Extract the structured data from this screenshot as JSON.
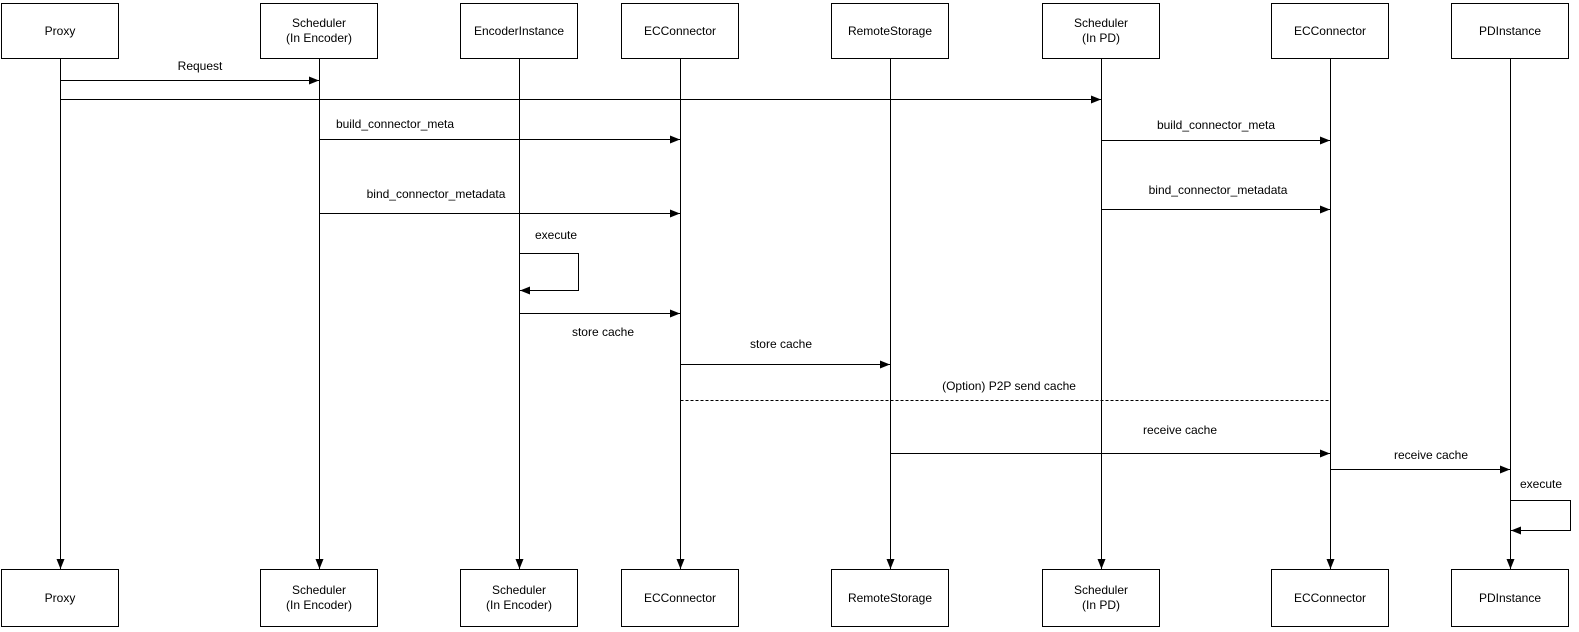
{
  "diagram": {
    "type": "sequence-diagram",
    "background_color": "#ffffff",
    "line_color": "#000000",
    "text_color": "#000000"
  },
  "actors": [
    {
      "name": "Proxy",
      "top_label": "Proxy",
      "bottom_label": "Proxy"
    },
    {
      "name": "Scheduler (In Encoder)",
      "top_label": "Scheduler\n(In Encoder)",
      "bottom_label": "Scheduler\n(In Encoder)"
    },
    {
      "name": "EncoderInstance",
      "top_label": "EncoderInstance",
      "bottom_label": "Scheduler\n(In Encoder)"
    },
    {
      "name": "ECConnector (Encoder side)",
      "top_label": "ECConnector",
      "bottom_label": "ECConnector"
    },
    {
      "name": "RemoteStorage",
      "top_label": "RemoteStorage",
      "bottom_label": "RemoteStorage"
    },
    {
      "name": "Scheduler (In PD)",
      "top_label": "Scheduler\n(In PD)",
      "bottom_label": "Scheduler\n(In PD)"
    },
    {
      "name": "ECConnector (PD side)",
      "top_label": "ECConnector",
      "bottom_label": "ECConnector"
    },
    {
      "name": "PDInstance",
      "top_label": "PDInstance",
      "bottom_label": "PDInstance"
    }
  ],
  "messages": [
    {
      "label": "Request",
      "from": "Proxy",
      "to": "Scheduler (In Encoder)",
      "style": "solid"
    },
    {
      "label": "",
      "from": "Proxy",
      "to": "Scheduler (In PD)",
      "style": "solid"
    },
    {
      "label": "build_connector_meta",
      "from": "Scheduler (In Encoder)",
      "to": "ECConnector (Encoder side)",
      "style": "solid"
    },
    {
      "label": "build_connector_meta",
      "from": "Scheduler (In PD)",
      "to": "ECConnector (PD side)",
      "style": "solid"
    },
    {
      "label": "bind_connector_metadata",
      "from": "Scheduler (In Encoder)",
      "to": "ECConnector (Encoder side)",
      "style": "solid"
    },
    {
      "label": "bind_connector_metadata",
      "from": "Scheduler (In PD)",
      "to": "ECConnector (PD side)",
      "style": "solid"
    },
    {
      "label": "execute",
      "from": "EncoderInstance",
      "to": "EncoderInstance",
      "style": "self-loop"
    },
    {
      "label": "store cache",
      "from": "EncoderInstance",
      "to": "ECConnector (Encoder side)",
      "style": "solid",
      "label_position": "below"
    },
    {
      "label": "store cache",
      "from": "ECConnector (Encoder side)",
      "to": "RemoteStorage",
      "style": "solid"
    },
    {
      "label": "(Option) P2P send cache",
      "from": "ECConnector (Encoder side)",
      "to": "ECConnector (PD side)",
      "style": "dashed"
    },
    {
      "label": "receive cache",
      "from": "RemoteStorage",
      "to": "ECConnector (PD side)",
      "style": "solid"
    },
    {
      "label": "receive cache",
      "from": "ECConnector (PD side)",
      "to": "PDInstance",
      "style": "solid"
    },
    {
      "label": "execute",
      "from": "PDInstance",
      "to": "PDInstance",
      "style": "self-loop"
    }
  ]
}
